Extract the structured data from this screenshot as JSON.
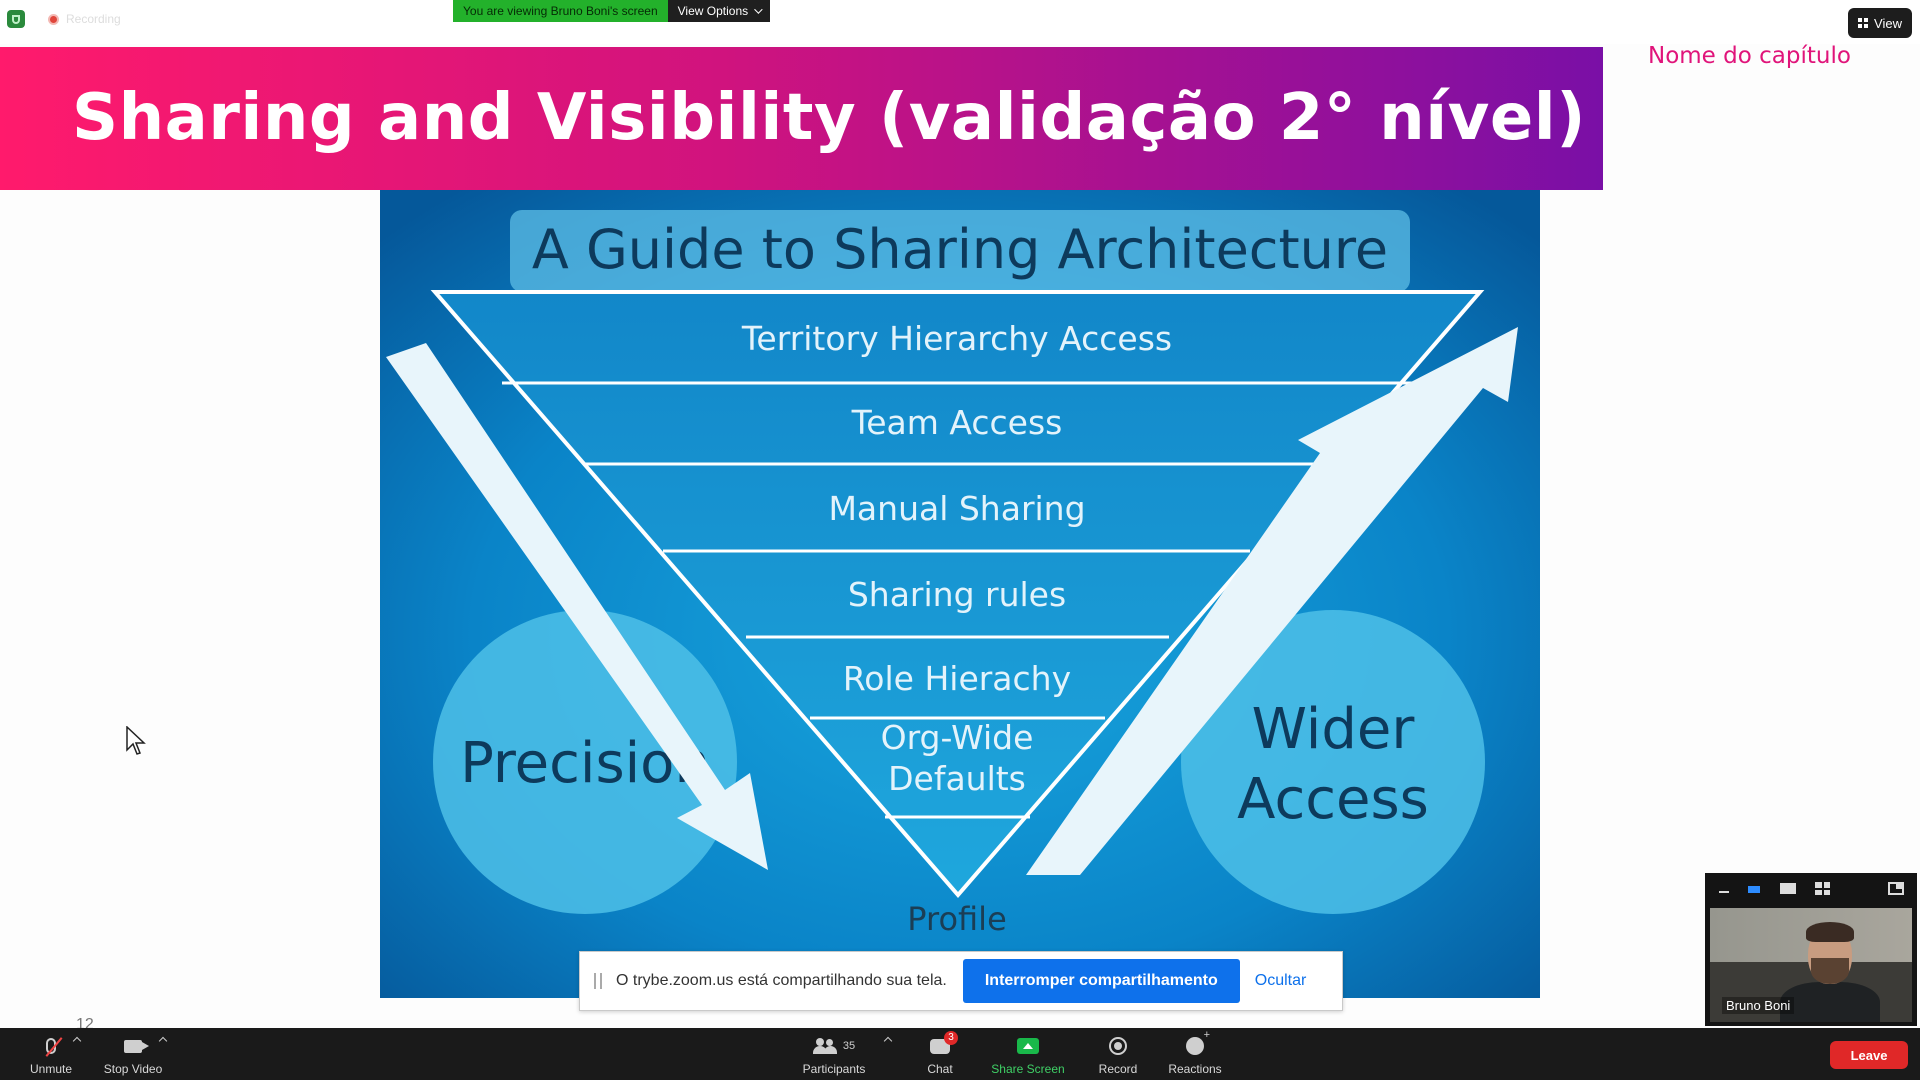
{
  "top_bar": {
    "recording_label": "Recording",
    "viewing_banner": "You are viewing Bruno Boni's screen",
    "view_options_label": "View Options",
    "view_button_label": "View"
  },
  "slide": {
    "title": "Sharing and Visibility (validação 2° nível)",
    "chapter_label": "Nome do capítulo",
    "guide_title": "A Guide to Sharing Architecture",
    "layers": [
      "Territory Hierarchy Access",
      "Team Access",
      "Manual Sharing",
      "Sharing rules",
      "Role Hierachy",
      "Org-Wide Defaults",
      "Profile"
    ],
    "left_circle": "Precision",
    "right_circle_line1": "Wider",
    "right_circle_line2": "Access",
    "page_number": "12"
  },
  "share_notice": {
    "text": "O trybe.zoom.us está compartilhando sua tela.",
    "stop_button": "Interromper compartilhamento",
    "hide_link": "Ocultar"
  },
  "video": {
    "participant_name": "Bruno Boni"
  },
  "toolbar": {
    "unmute": "Unmute",
    "stop_video": "Stop Video",
    "participants": "Participants",
    "participants_count": "35",
    "chat": "Chat",
    "chat_badge": "3",
    "share_screen": "Share Screen",
    "record": "Record",
    "reactions": "Reactions",
    "leave": "Leave"
  },
  "colors": {
    "title_gradient_start": "#ff1a6c",
    "title_gradient_end": "#7a0fa6",
    "chapter_text": "#e0147a",
    "slide_blue": "#0a7fc4",
    "zoom_blue": "#0e71eb",
    "share_green": "#19b84a",
    "leave_red": "#e02828"
  }
}
